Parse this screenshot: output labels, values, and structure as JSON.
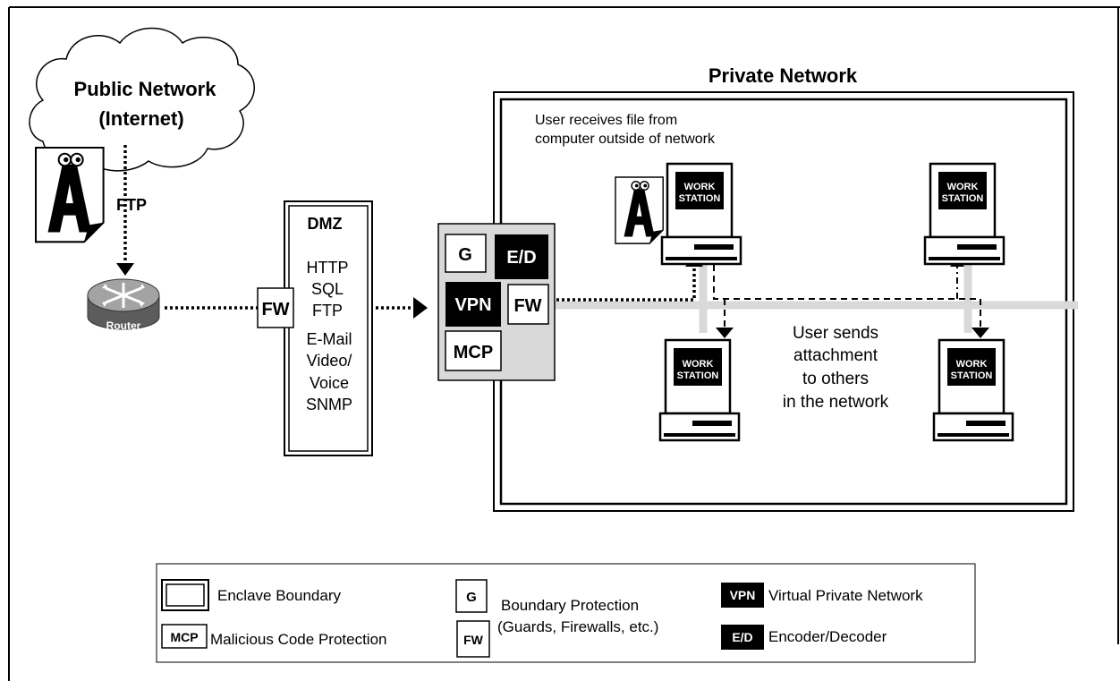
{
  "public_network": {
    "line1": "Public Network",
    "line2": "(Internet)"
  },
  "ftp_label": "FTP",
  "router_label": "Router",
  "dmz": {
    "title": "DMZ",
    "fw": "FW",
    "services": [
      "HTTP",
      "SQL",
      "FTP",
      "E-Mail",
      "Video/",
      "Voice",
      "SNMP"
    ]
  },
  "enclave_gateway": {
    "g": "G",
    "ed": "E/D",
    "vpn": "VPN",
    "fw": "FW",
    "mcp": "MCP"
  },
  "private_network": {
    "title": "Private Network",
    "receive_note": [
      "User receives file from",
      "computer outside of network"
    ],
    "send_note": [
      "User sends",
      "attachment",
      "to others",
      "in the network"
    ],
    "workstation_label": [
      "WORK",
      "STATION"
    ]
  },
  "legend": {
    "enclave_boundary": "Enclave Boundary",
    "mcp_badge": "MCP",
    "mcp_text": "Malicious Code Protection",
    "g_badge": "G",
    "fw_badge": "FW",
    "boundary_line1": "Boundary Protection",
    "boundary_line2": "(Guards, Firewalls, etc.)",
    "vpn_badge": "VPN",
    "vpn_text": "Virtual Private Network",
    "ed_badge": "E/D",
    "ed_text": "Encoder/Decoder"
  },
  "colors": {
    "gray_line": "#d9d9d9",
    "gateway_fill": "#d9d9d9",
    "black": "#000000"
  },
  "icons": [
    "cloud-icon",
    "document-icon",
    "router-icon",
    "workstation-icon"
  ]
}
